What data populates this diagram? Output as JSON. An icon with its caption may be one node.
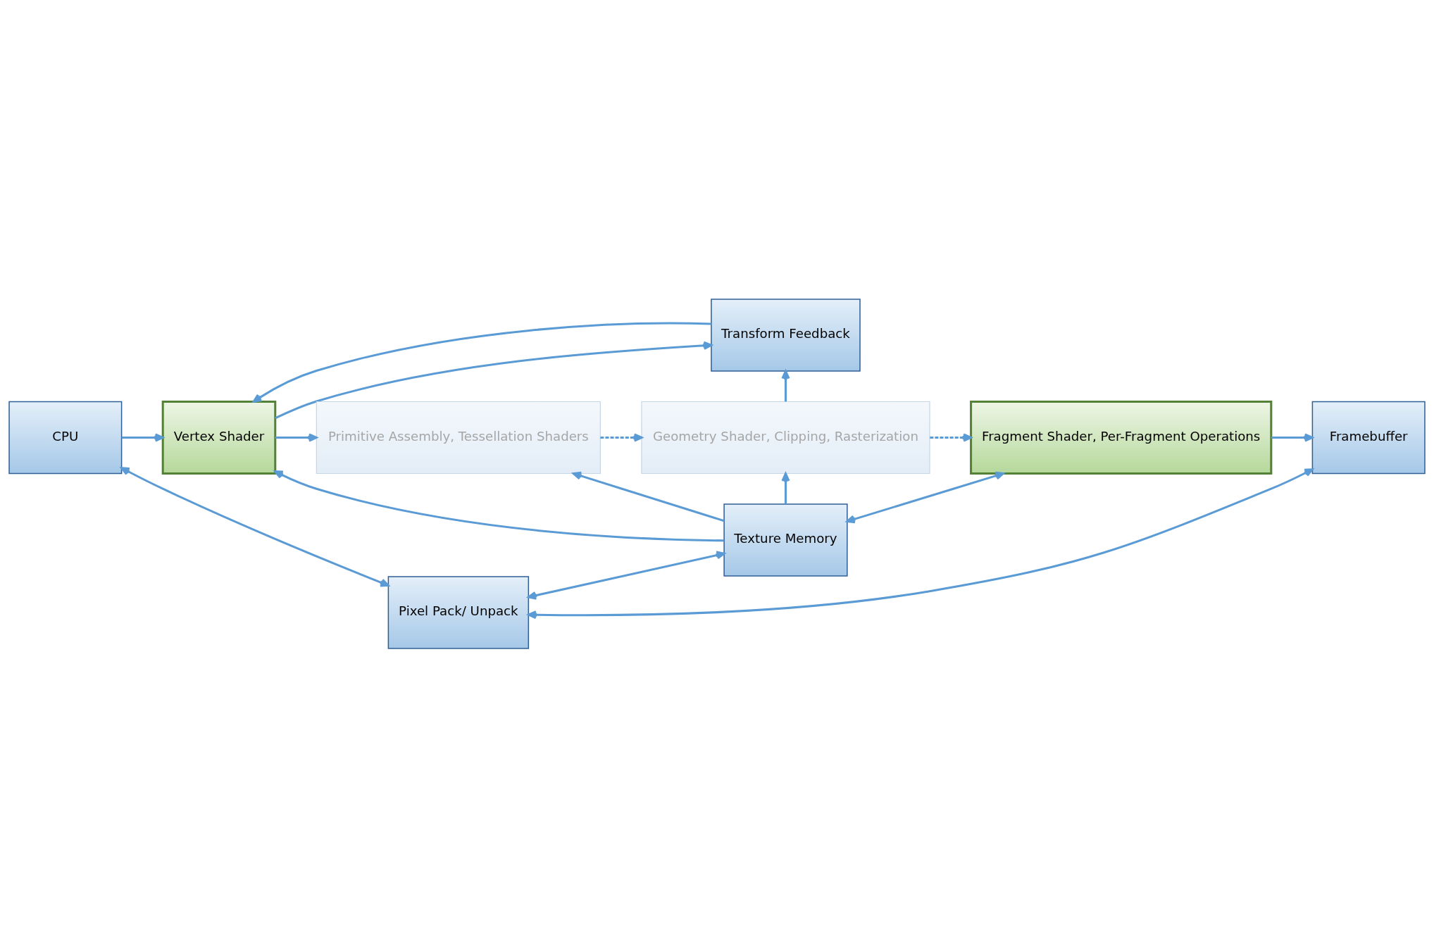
{
  "diagram": {
    "nodes": [
      {
        "text": [
          "Transform Feedback"
        ]
      },
      {
        "text": [
          "CPU"
        ]
      },
      {
        "text": [
          "Vertex Shader"
        ]
      },
      {
        "text": [
          "Primitive Assembly, Tessellation Shaders"
        ]
      },
      {
        "text": [
          "Geometry Shader, Clipping, Rasterization"
        ]
      },
      {
        "text": [
          "Fragment Shader, Per-Fragment Operations"
        ]
      },
      {
        "text": [
          "Framebuffer"
        ]
      },
      {
        "text": [
          "Texture Memory"
        ]
      },
      {
        "text": [
          "Pixel Pack/ Unpack"
        ]
      }
    ],
    "edges": [
      {
        "from": 0,
        "to": 2,
        "arrow": "to"
      },
      {
        "from": 2,
        "to": 0,
        "arrow": "to"
      },
      {
        "from": 1,
        "to": 2,
        "arrow": "to"
      },
      {
        "from": 2,
        "to": 3,
        "arrow": "to"
      },
      {
        "from": 3,
        "to": 4,
        "arrow": "to",
        "style": "dashed"
      },
      {
        "from": 4,
        "to": 5,
        "arrow": "to",
        "style": "dashed"
      },
      {
        "from": 4,
        "to": 0,
        "arrow": "to"
      },
      {
        "from": 5,
        "to": 6,
        "arrow": "to"
      },
      {
        "from": 7,
        "to": 2,
        "arrow": "to"
      },
      {
        "from": 7,
        "to": 3,
        "arrow": "to"
      },
      {
        "from": 7,
        "to": 4,
        "arrow": "to"
      },
      {
        "from": 7,
        "to": 5,
        "arrow": "both"
      },
      {
        "from": 7,
        "to": 8,
        "arrow": "both"
      },
      {
        "from": 1,
        "to": 8,
        "arrow": "both"
      },
      {
        "from": 8,
        "to": 6,
        "arrow": "both"
      }
    ]
  }
}
